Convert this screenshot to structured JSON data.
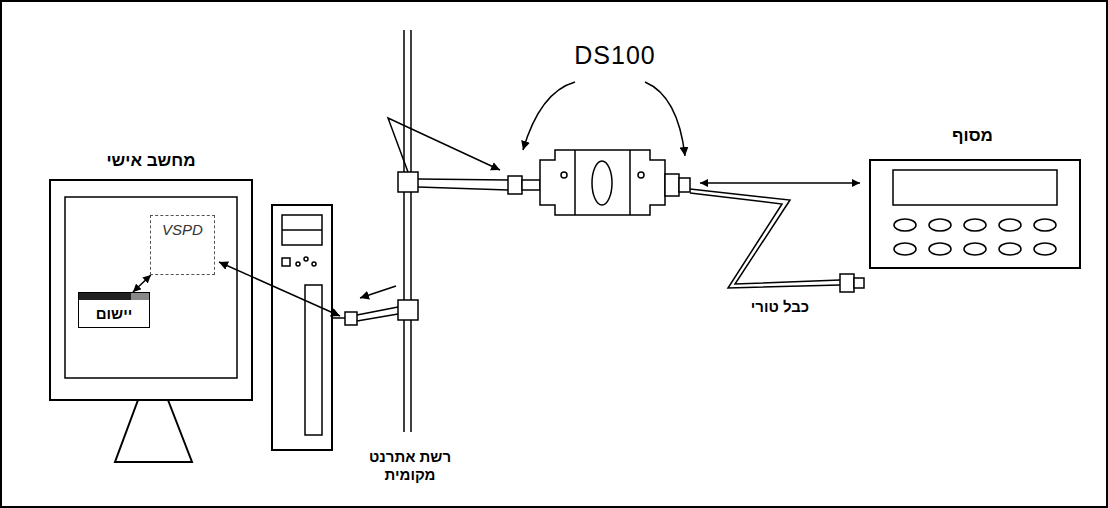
{
  "diagram": {
    "nodes": [
      {
        "text": [
          "מחשב אישי"
        ]
      },
      {
        "text": [
          "VSPD"
        ],
        "in": 0
      },
      {
        "text": [
          "יישום"
        ],
        "in": 0
      },
      {
        "text": [
          "DS100"
        ]
      },
      {
        "text": [
          "מסוף"
        ]
      }
    ],
    "edges": [
      {
        "from": 2,
        "to": 1,
        "arrow": "both"
      },
      {
        "from": 3,
        "to": 4,
        "arrow": "both"
      }
    ],
    "labels": [
      "רשת אתרנט מקומית",
      "כבל טורי"
    ]
  }
}
